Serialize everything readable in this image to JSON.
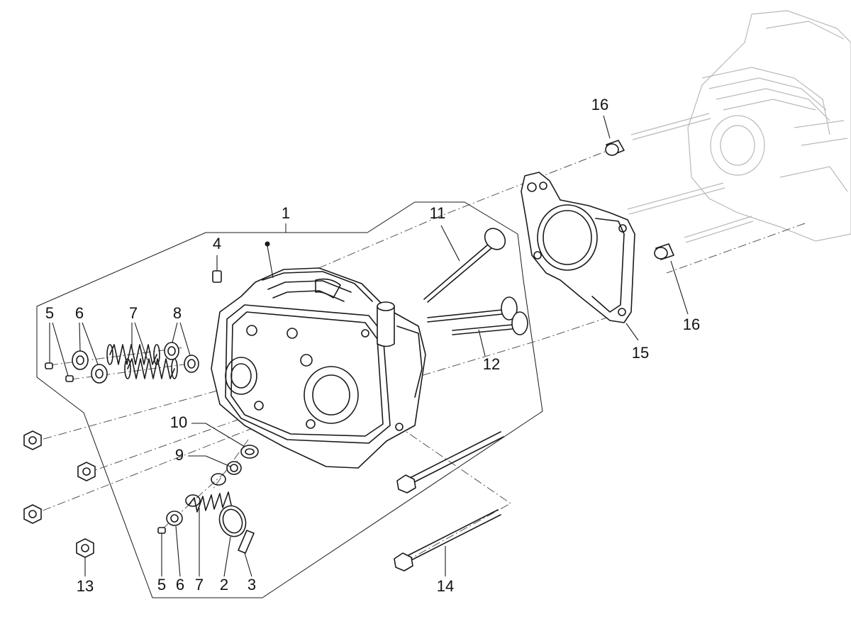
{
  "diagram": {
    "callouts": [
      {
        "id": "c1",
        "text": "1"
      },
      {
        "id": "c2",
        "text": "2"
      },
      {
        "id": "c3",
        "text": "3"
      },
      {
        "id": "c4",
        "text": "4"
      },
      {
        "id": "c5a",
        "text": "5"
      },
      {
        "id": "c5b",
        "text": "5"
      },
      {
        "id": "c6a",
        "text": "6"
      },
      {
        "id": "c6b",
        "text": "6"
      },
      {
        "id": "c7a",
        "text": "7"
      },
      {
        "id": "c7b",
        "text": "7"
      },
      {
        "id": "c8",
        "text": "8"
      },
      {
        "id": "c9",
        "text": "9"
      },
      {
        "id": "c10",
        "text": "10"
      },
      {
        "id": "c11",
        "text": "11"
      },
      {
        "id": "c12",
        "text": "12"
      },
      {
        "id": "c13",
        "text": "13"
      },
      {
        "id": "c14",
        "text": "14"
      },
      {
        "id": "c15",
        "text": "15"
      },
      {
        "id": "c16a",
        "text": "16"
      },
      {
        "id": "c16b",
        "text": "16"
      }
    ]
  }
}
